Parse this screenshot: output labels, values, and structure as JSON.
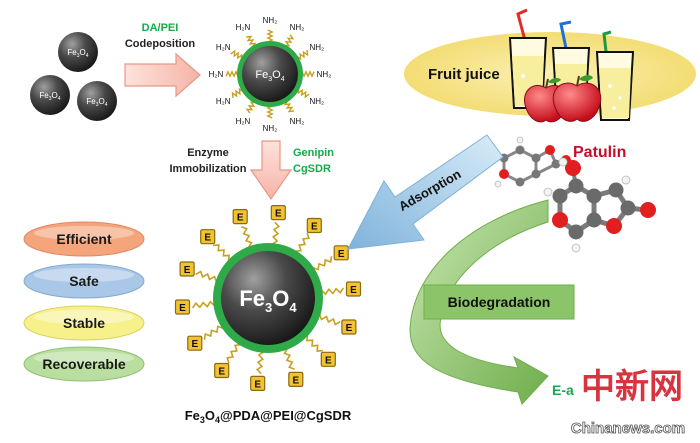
{
  "inputs": {
    "particle_label_fe": "Fe",
    "particle_label_sub3": "3",
    "particle_label_o": "O",
    "particle_label_sub4": "4"
  },
  "step1": {
    "label_line1": "DA/PEI",
    "label_line2": "Codeposition"
  },
  "amine": {
    "label": "NH₂",
    "label_alt": "H₂N"
  },
  "step2": {
    "label_line1": "Enzyme",
    "label_line2": "Immobilization",
    "reagent1": "Genipin",
    "reagent2": "CgSDR"
  },
  "enzyme": {
    "label": "E"
  },
  "product": {
    "core_fe": "Fe",
    "core_sub3": "3",
    "core_o": "O",
    "core_sub4": "4",
    "formula_a": "Fe",
    "formula_b": "3",
    "formula_c": "O",
    "formula_d": "4",
    "formula_e": "@PDA@PEI@CgSDR"
  },
  "properties": [
    {
      "label": "Efficient",
      "color": "#f4a57c"
    },
    {
      "label": "Safe",
      "color": "#a9c7e6"
    },
    {
      "label": "Stable",
      "color": "#f7f18c"
    },
    {
      "label": "Recoverable",
      "color": "#b9de9f"
    }
  ],
  "juice": {
    "label": "Fruit juice"
  },
  "patulin": {
    "label": "Patulin"
  },
  "processes": {
    "adsorption": "Adsorption",
    "biodegradation": "Biodegradation",
    "product_partial": "E-a"
  },
  "watermark": {
    "chinese": "中新网",
    "site": "Chinanews.com"
  },
  "colors": {
    "green_title": "#17a94b",
    "patulin_red": "#c0102a",
    "shell_green": "#2faa48",
    "enzyme_yellow": "#f2c230",
    "arrow_blue": "#8fbfe0",
    "arrow_green": "#8cc46a"
  }
}
